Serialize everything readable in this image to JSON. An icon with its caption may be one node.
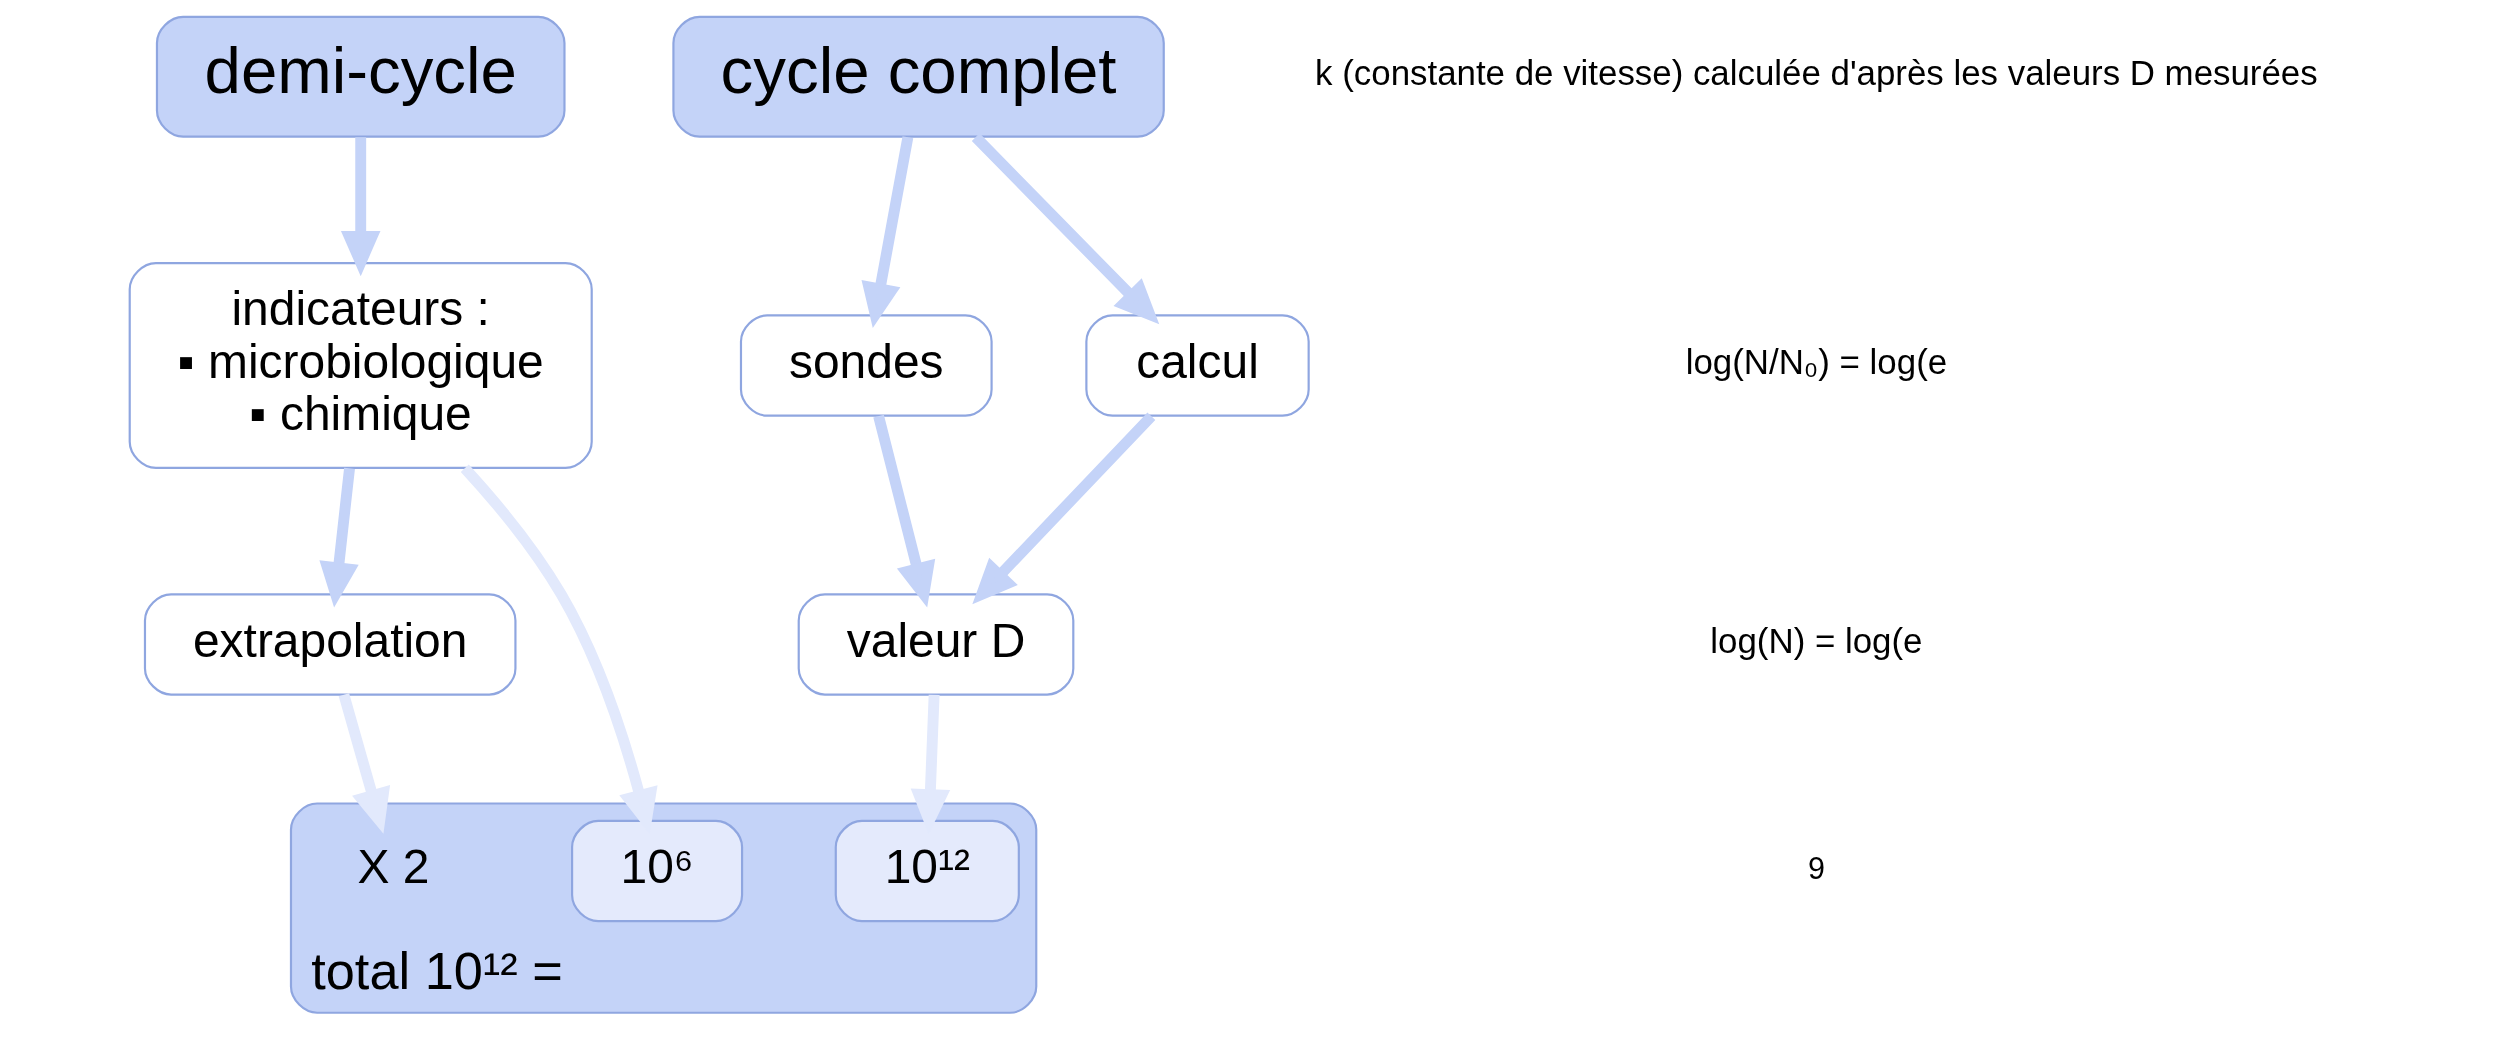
{
  "diagram": {
    "nodes": [
      {
        "text": [
          "demi-cycle"
        ]
      },
      {
        "text": [
          "indicateurs :",
          "▪ microbiologique",
          "▪ chimique"
        ]
      },
      {
        "text": [
          "extrapolation"
        ]
      },
      {
        "text": [
          "cycle complet"
        ]
      },
      {
        "text": [
          "sondes"
        ]
      },
      {
        "text": [
          "calcul"
        ]
      },
      {
        "text": [
          "valeur D"
        ]
      },
      {
        "text": [
          "total 10¹² ="
        ]
      },
      {
        "text": [
          "10⁶"
        ],
        "in": 7
      },
      {
        "text": [
          "X 2"
        ],
        "in": 7
      },
      {
        "text": [
          "10¹²"
        ],
        "in": 7
      }
    ],
    "edges": [
      {
        "from": 0,
        "to": 1,
        "arrow": "to"
      },
      {
        "from": 1,
        "to": 2,
        "arrow": "to"
      },
      {
        "from": 1,
        "to": 8,
        "arrow": "to",
        "color": "#e2e9fc"
      },
      {
        "from": 2,
        "to": 9,
        "arrow": "to",
        "color": "#e2e9fc"
      },
      {
        "from": 3,
        "to": 4,
        "arrow": "to"
      },
      {
        "from": 3,
        "to": 5,
        "arrow": "to"
      },
      {
        "from": 4,
        "to": 6,
        "arrow": "to"
      },
      {
        "from": 5,
        "to": 6,
        "arrow": "to"
      },
      {
        "from": 6,
        "to": 10,
        "arrow": "to",
        "color": "#e2e9fc"
      }
    ],
    "labels": [
      "k (constante de vitesse) calculée d'après les valeurs D mesurées",
      "log(N/N₀) = log(e",
      "log(N) = log(e",
      "9"
    ]
  }
}
